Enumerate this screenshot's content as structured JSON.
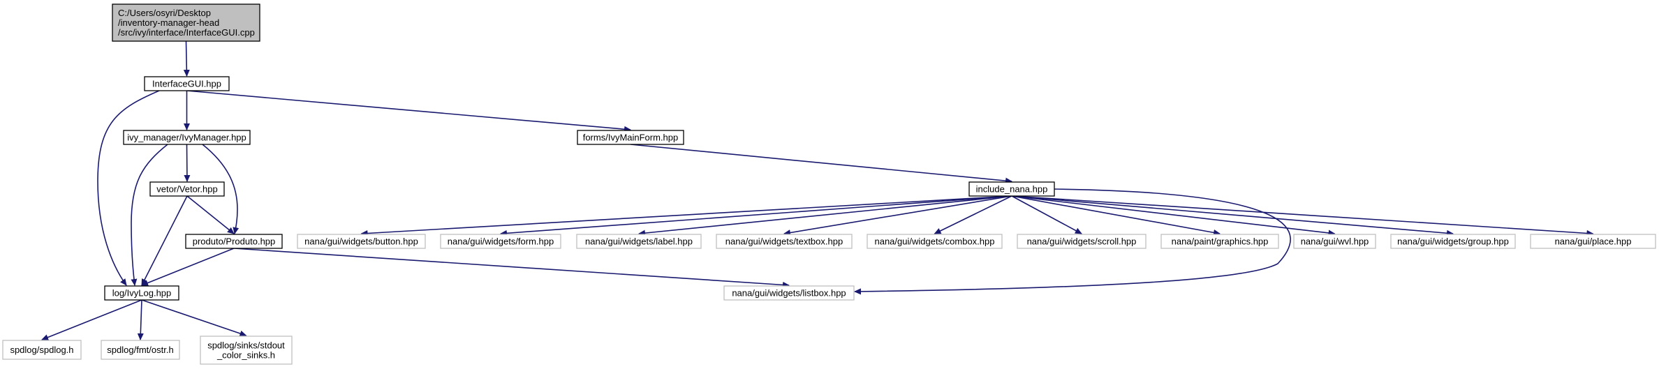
{
  "colors": {
    "edge": "#191970",
    "root_fill": "#bfbfbf",
    "node_fill": "#ffffff",
    "node_border": "#000000",
    "external_border": "#bfbfbf",
    "text": "#000000"
  },
  "nodes": [
    {
      "id": "interfacegui-cpp",
      "lines": [
        "C:/Users/osyri/Desktop",
        "/inventory-manager-head",
        "/src/ivy/interface/InterfaceGUI.cpp"
      ],
      "kind": "root"
    },
    {
      "id": "interfacegui-hpp",
      "lines": [
        "InterfaceGUI.hpp"
      ],
      "kind": "file"
    },
    {
      "id": "ivymanager-hpp",
      "lines": [
        "ivy_manager/IvyManager.hpp"
      ],
      "kind": "file"
    },
    {
      "id": "ivymainform-hpp",
      "lines": [
        "forms/IvyMainForm.hpp"
      ],
      "kind": "file"
    },
    {
      "id": "vetor-hpp",
      "lines": [
        "vetor/Vetor.hpp"
      ],
      "kind": "file"
    },
    {
      "id": "produto-hpp",
      "lines": [
        "produto/Produto.hpp"
      ],
      "kind": "file"
    },
    {
      "id": "include-nana-hpp",
      "lines": [
        "include_nana.hpp"
      ],
      "kind": "file"
    },
    {
      "id": "ivylog-hpp",
      "lines": [
        "log/IvyLog.hpp"
      ],
      "kind": "file"
    },
    {
      "id": "spdlog-h",
      "lines": [
        "spdlog/spdlog.h"
      ],
      "kind": "external"
    },
    {
      "id": "fmt-ostr-h",
      "lines": [
        "spdlog/fmt/ostr.h"
      ],
      "kind": "external"
    },
    {
      "id": "stdout-color-sinks-h",
      "lines": [
        "spdlog/sinks/stdout",
        "_color_sinks.h"
      ],
      "kind": "external"
    },
    {
      "id": "button-hpp",
      "lines": [
        "nana/gui/widgets/button.hpp"
      ],
      "kind": "external"
    },
    {
      "id": "form-hpp",
      "lines": [
        "nana/gui/widgets/form.hpp"
      ],
      "kind": "external"
    },
    {
      "id": "label-hpp",
      "lines": [
        "nana/gui/widgets/label.hpp"
      ],
      "kind": "external"
    },
    {
      "id": "textbox-hpp",
      "lines": [
        "nana/gui/widgets/textbox.hpp"
      ],
      "kind": "external"
    },
    {
      "id": "combox-hpp",
      "lines": [
        "nana/gui/widgets/combox.hpp"
      ],
      "kind": "external"
    },
    {
      "id": "scroll-hpp",
      "lines": [
        "nana/gui/widgets/scroll.hpp"
      ],
      "kind": "external"
    },
    {
      "id": "graphics-hpp",
      "lines": [
        "nana/paint/graphics.hpp"
      ],
      "kind": "external"
    },
    {
      "id": "wvl-hpp",
      "lines": [
        "nana/gui/wvl.hpp"
      ],
      "kind": "external"
    },
    {
      "id": "group-hpp",
      "lines": [
        "nana/gui/widgets/group.hpp"
      ],
      "kind": "external"
    },
    {
      "id": "place-hpp",
      "lines": [
        "nana/gui/place.hpp"
      ],
      "kind": "external"
    },
    {
      "id": "listbox-hpp",
      "lines": [
        "nana/gui/widgets/listbox.hpp"
      ],
      "kind": "external"
    }
  ],
  "edges": [
    {
      "from": "interfacegui-cpp",
      "to": "interfacegui-hpp"
    },
    {
      "from": "interfacegui-hpp",
      "to": "ivymanager-hpp"
    },
    {
      "from": "interfacegui-hpp",
      "to": "ivymainform-hpp"
    },
    {
      "from": "interfacegui-hpp",
      "to": "ivylog-hpp"
    },
    {
      "from": "ivymanager-hpp",
      "to": "vetor-hpp"
    },
    {
      "from": "ivymanager-hpp",
      "to": "produto-hpp"
    },
    {
      "from": "ivymanager-hpp",
      "to": "ivylog-hpp"
    },
    {
      "from": "vetor-hpp",
      "to": "produto-hpp"
    },
    {
      "from": "vetor-hpp",
      "to": "ivylog-hpp"
    },
    {
      "from": "produto-hpp",
      "to": "ivylog-hpp"
    },
    {
      "from": "produto-hpp",
      "to": "listbox-hpp"
    },
    {
      "from": "ivymainform-hpp",
      "to": "include-nana-hpp"
    },
    {
      "from": "ivylog-hpp",
      "to": "spdlog-h"
    },
    {
      "from": "ivylog-hpp",
      "to": "fmt-ostr-h"
    },
    {
      "from": "ivylog-hpp",
      "to": "stdout-color-sinks-h"
    },
    {
      "from": "include-nana-hpp",
      "to": "button-hpp"
    },
    {
      "from": "include-nana-hpp",
      "to": "form-hpp"
    },
    {
      "from": "include-nana-hpp",
      "to": "label-hpp"
    },
    {
      "from": "include-nana-hpp",
      "to": "textbox-hpp"
    },
    {
      "from": "include-nana-hpp",
      "to": "combox-hpp"
    },
    {
      "from": "include-nana-hpp",
      "to": "scroll-hpp"
    },
    {
      "from": "include-nana-hpp",
      "to": "graphics-hpp"
    },
    {
      "from": "include-nana-hpp",
      "to": "wvl-hpp"
    },
    {
      "from": "include-nana-hpp",
      "to": "group-hpp"
    },
    {
      "from": "include-nana-hpp",
      "to": "place-hpp"
    },
    {
      "from": "include-nana-hpp",
      "to": "listbox-hpp"
    }
  ]
}
